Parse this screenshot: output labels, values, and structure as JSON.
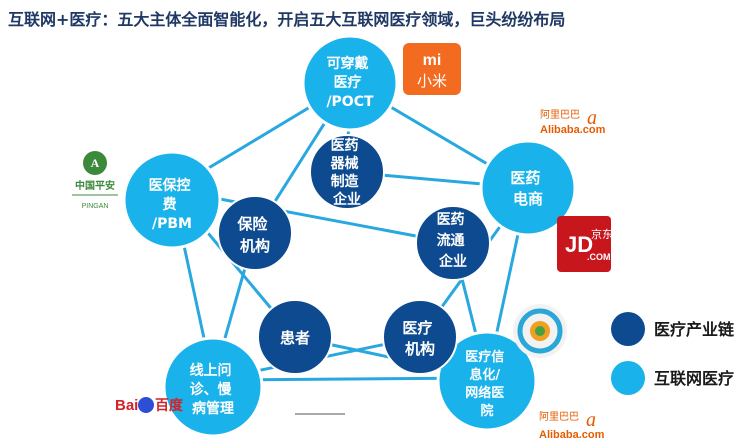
{
  "title": "互联网+医疗：五大主体全面智能化，开启五大互联网医疗领域，巨头纷纷布局",
  "colors": {
    "dark": "#0d4a8f",
    "light": "#1ab2ea",
    "line": "#29a8e0",
    "title": "#1f3864"
  },
  "outer_nodes": [
    {
      "id": "wearable",
      "lines": [
        "可穿戴",
        "医疗",
        "/POCT"
      ]
    },
    {
      "id": "pharma-ecommerce",
      "lines": [
        "医药",
        "电商"
      ]
    },
    {
      "id": "info",
      "lines": [
        "医疗信",
        "息化/",
        "网络医",
        "院"
      ]
    },
    {
      "id": "online-consult",
      "lines": [
        "线上问",
        "诊、慢",
        "病管理"
      ]
    },
    {
      "id": "insurance",
      "lines": [
        "医保控",
        "费",
        "/PBM"
      ]
    }
  ],
  "inner_nodes": [
    {
      "id": "device",
      "lines": [
        "医药",
        "器械",
        "制造",
        "企业"
      ]
    },
    {
      "id": "distribution",
      "lines": [
        "医药",
        "流通",
        "企业"
      ]
    },
    {
      "id": "institution",
      "lines": [
        "医疗",
        "机构"
      ]
    },
    {
      "id": "patient",
      "lines": [
        "患者"
      ]
    },
    {
      "id": "insurer",
      "lines": [
        "保险",
        "机构"
      ]
    }
  ],
  "legend": [
    {
      "label": "医疗产业链",
      "color": "#0d4a8f"
    },
    {
      "label": "互联网医疗",
      "color": "#1ab2ea"
    }
  ],
  "logos": {
    "xiaomi": {
      "mark": "mi",
      "text": "小米"
    },
    "alibaba_top": {
      "cn": "阿里巴巴",
      "en": "Alibaba.com"
    },
    "jd": {
      "left": "JD",
      "cn": "京东",
      "en": ".COM"
    },
    "pingan": {
      "cn": "中国平安",
      "en": "PINGAN"
    },
    "baidu": {
      "en": "Bai",
      "cn": "百度"
    },
    "alibaba_bottom": {
      "cn": "阿里巴巴",
      "en": "Alibaba.com"
    }
  }
}
